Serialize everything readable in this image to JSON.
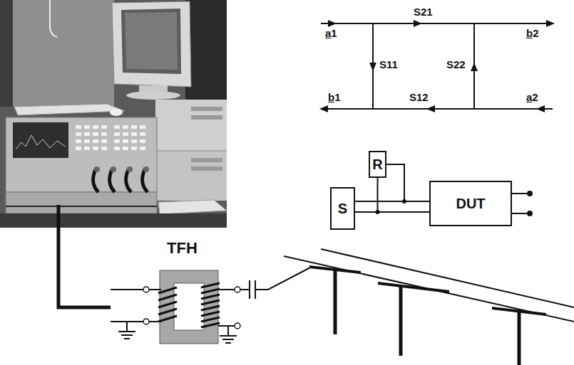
{
  "diagram": {
    "nodes": [
      {
        "text": [
          "R"
        ]
      },
      {
        "text": [
          "S"
        ]
      },
      {
        "text": [
          "DUT"
        ]
      }
    ],
    "edges": [
      {
        "from": 1,
        "to": 2,
        "arrow": "none"
      },
      {
        "from": 1,
        "to": 2,
        "arrow": "none"
      },
      {
        "from": 0,
        "to": 1,
        "arrow": "none"
      },
      {
        "from": 0,
        "to": 2,
        "arrow": "none"
      }
    ],
    "labels": [
      "a1",
      "S21",
      "b2",
      "S11",
      "S22",
      "b1",
      "S12",
      "a2",
      "TFH"
    ]
  }
}
